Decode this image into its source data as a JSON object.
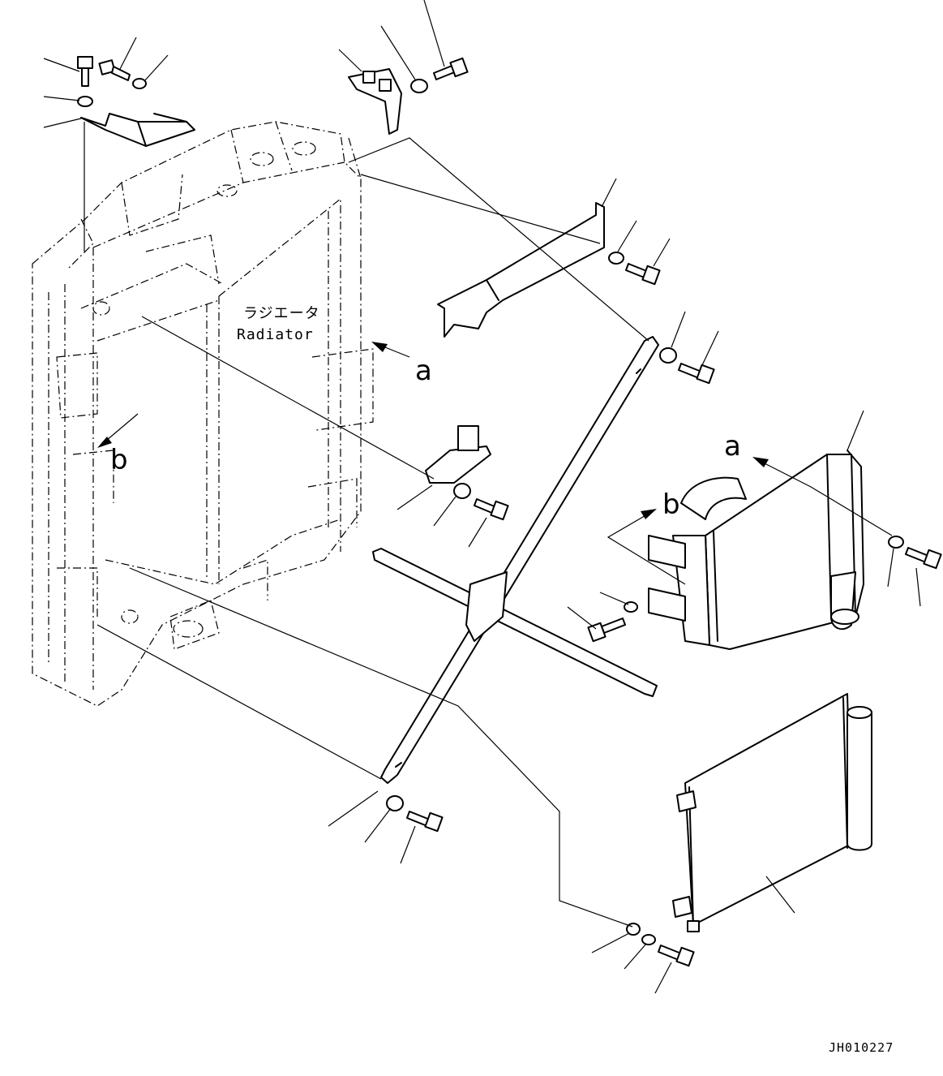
{
  "radiator": {
    "label_ja": "ラジエータ",
    "label_en": "Radiator"
  },
  "view_markers": {
    "a_left": "a",
    "b_left": "b",
    "a_right": "a",
    "b_right": "b"
  },
  "drawing_code": "JH010227"
}
